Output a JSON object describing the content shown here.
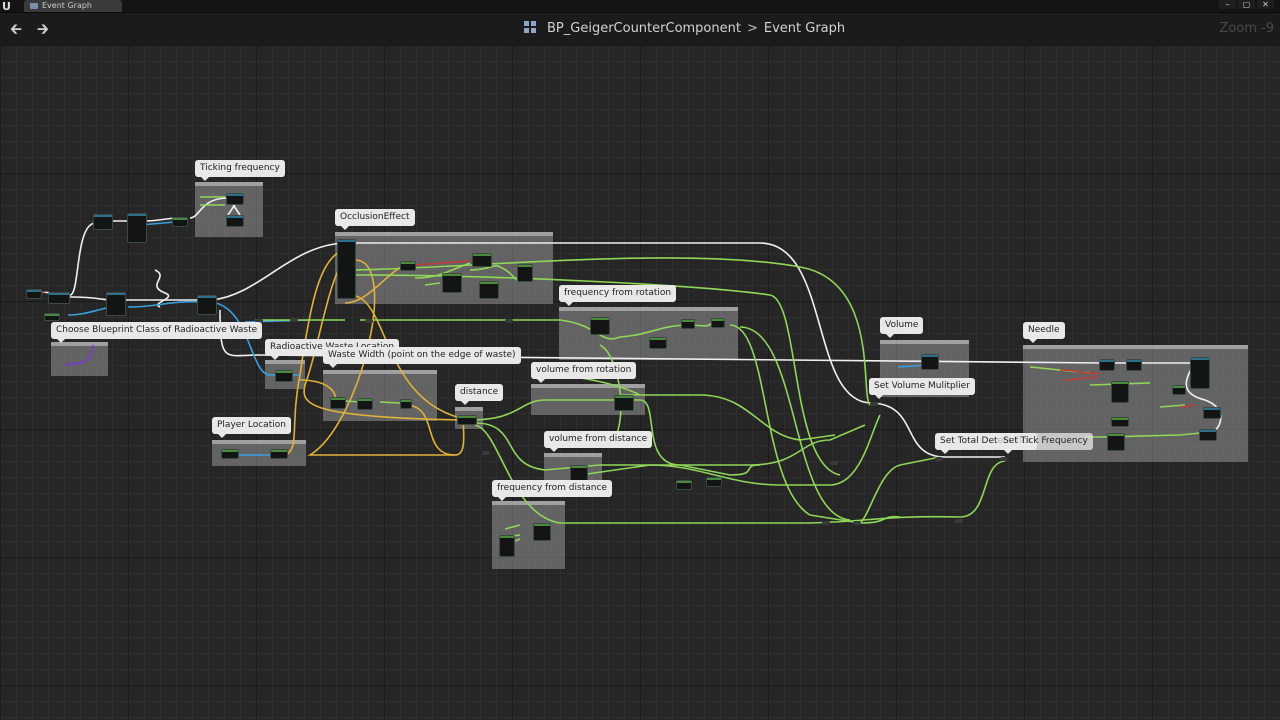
{
  "window": {
    "tab_label": "Event Graph",
    "logo": "U",
    "controls": [
      "–",
      "▢",
      "✕"
    ]
  },
  "toolbar": {
    "back_icon": "arrow-left-icon",
    "forward_icon": "arrow-right-icon",
    "blueprint_name": "BP_GeigerCounterComponent",
    "separator": ">",
    "graph_name": "Event Graph",
    "zoom": "Zoom -9"
  },
  "comments": {
    "ticking_frequency": "Ticking frequency",
    "occlusion_effect": "OcclusionEffect",
    "choose_blueprint": "Choose Blueprint Class of Radioactive Waste",
    "radioactive_waste_location": "Radioactive Waste Location",
    "waste_width": "Waste Width (point on the edge of waste)",
    "player_location": "Player Location",
    "distance": "distance",
    "frequency_from_rotation": "frequency from rotation",
    "volume_from_rotation": "volume from rotation",
    "volume_from_distance": "volume from distance",
    "frequency_from_distance": "frequency from distance",
    "volume": "Volume",
    "set_volume_multiplier": "Set Volume Mulitplier",
    "set_total_detect_tick": "Set Total Detect Tick",
    "set_tick_frequency": "Set Tick Frequency",
    "needle": "Needle"
  },
  "colors": {
    "background": "#262626",
    "exec_wire": "#f0f0f0",
    "float_wire": "#8fd65a",
    "vector_wire": "#e0b23a",
    "object_wire": "#3aa0e0",
    "class_wire": "#7a3ad0",
    "bool_wire": "#c03a3a"
  }
}
